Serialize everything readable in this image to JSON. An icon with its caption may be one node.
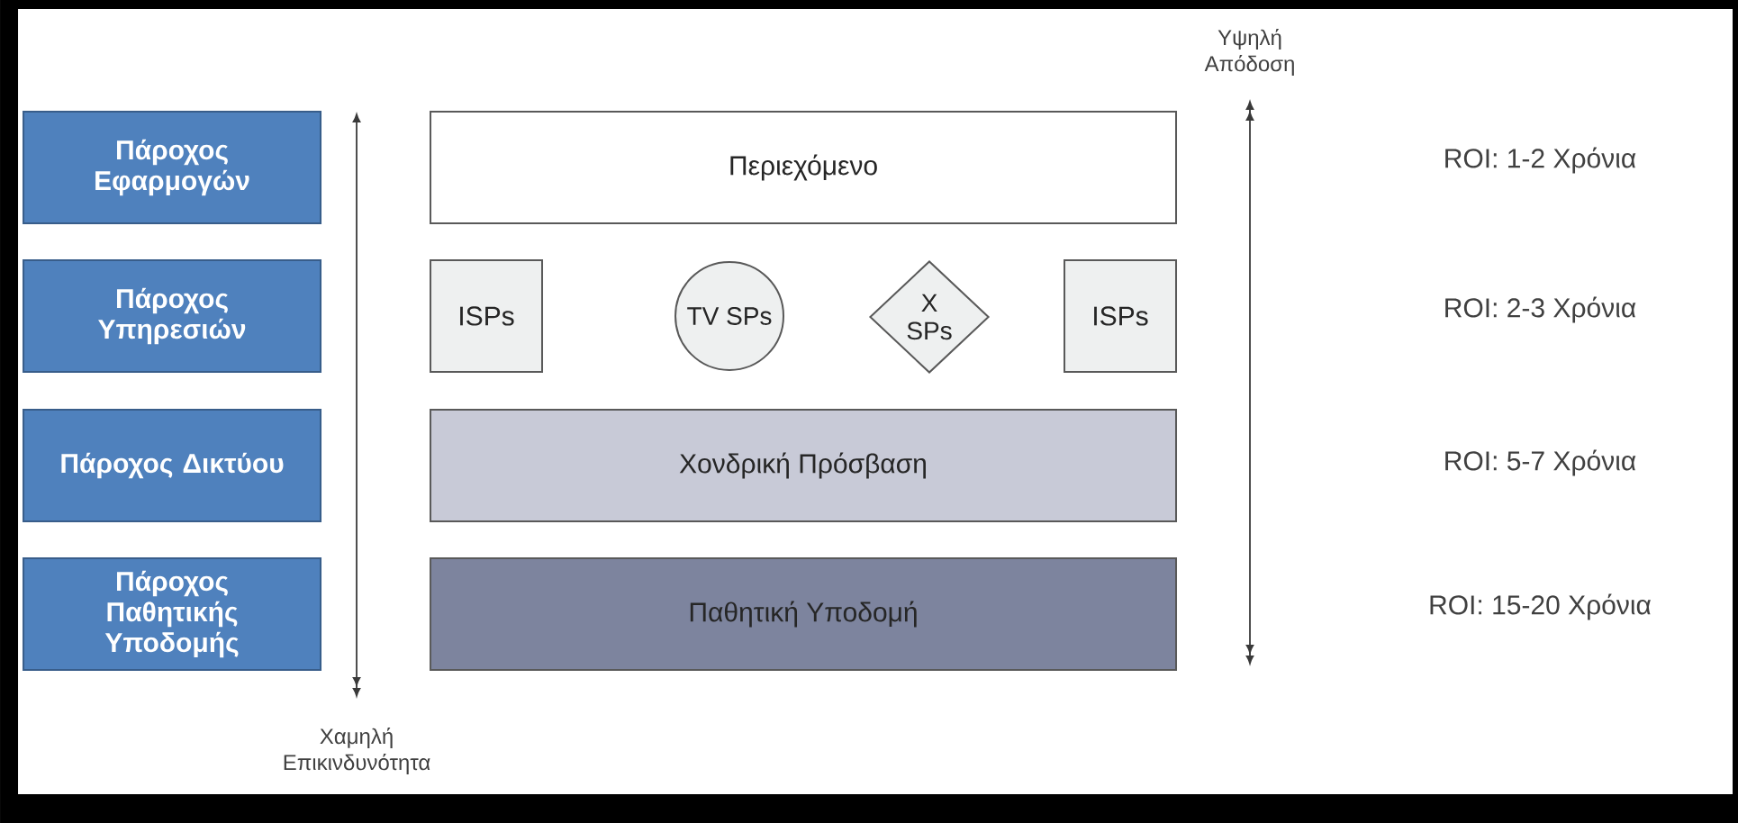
{
  "diagram": {
    "nodes": [
      {
        "text": [
          "Πάροχος Εφαρμογών"
        ]
      },
      {
        "text": [
          "Περιεχόμενο"
        ]
      },
      {
        "text": [
          "Πάροχος Υπηρεσιών"
        ]
      },
      {
        "text": [
          "ISPs"
        ]
      },
      {
        "text": [
          "TV SPs"
        ]
      },
      {
        "text": [
          "X SPs"
        ]
      },
      {
        "text": [
          "ISPs"
        ]
      },
      {
        "text": [
          "Πάροχος Δικτύου"
        ]
      },
      {
        "text": [
          "Χονδρική Πρόσβαση"
        ]
      },
      {
        "text": [
          "Πάροχος Παθητικής Υποδομής"
        ]
      },
      {
        "text": [
          "Παθητική Υποδομή"
        ]
      }
    ],
    "labels": [
      "Υψηλή Απόδοση",
      "ROI: 1-2 Χρόνια",
      "ROI: 2-3 Χρόνια",
      "ROI: 5-7 Χρόνια",
      "ROI: 15-20 Χρόνια",
      "Χαμηλή Επικινδυνότητα"
    ]
  }
}
